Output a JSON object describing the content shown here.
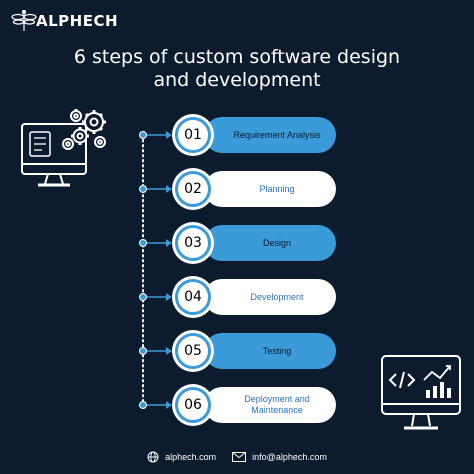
{
  "brand": {
    "name": "ALPHECH"
  },
  "title": {
    "line1": "6 steps of custom software design",
    "line2": "and development"
  },
  "steps": [
    {
      "number": "01",
      "label": "Requirement Analysis",
      "style": "blue"
    },
    {
      "number": "02",
      "label": "Planning",
      "style": "white"
    },
    {
      "number": "03",
      "label": "Design",
      "style": "blue"
    },
    {
      "number": "04",
      "label": "Development",
      "style": "white"
    },
    {
      "number": "05",
      "label": "Testing",
      "style": "blue"
    },
    {
      "number": "06",
      "label": "Deployment and Maintenance",
      "style": "white"
    }
  ],
  "footer": {
    "website": "alphech.com",
    "email": "info@alphech.com"
  },
  "icons": {
    "logo": "dragonfly-logo-icon",
    "left": "monitor-gears-icon",
    "right": "monitor-code-chart-icon",
    "globe": "globe-icon",
    "mail": "mail-icon"
  },
  "colors": {
    "background": "#0d1b2e",
    "accent": "#3a9bd8",
    "white": "#ffffff",
    "text_dark": "#2a74b8"
  }
}
